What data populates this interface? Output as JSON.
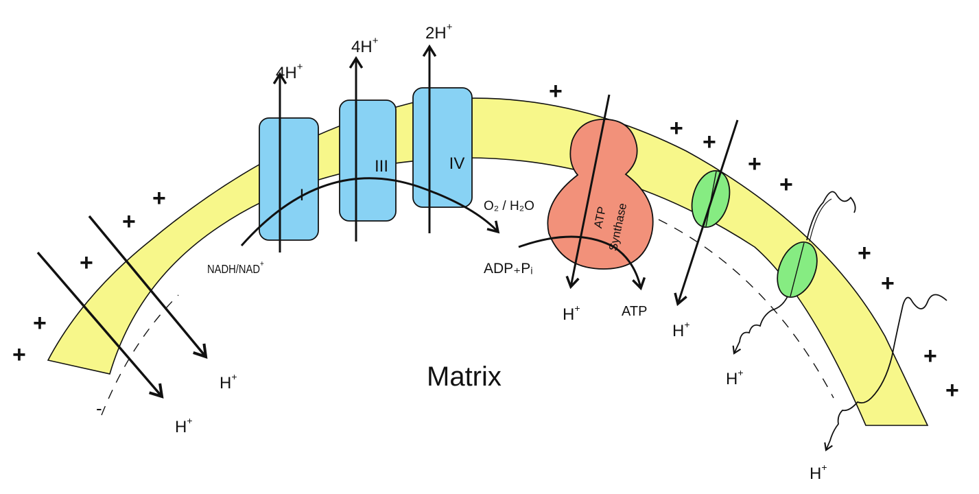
{
  "colors": {
    "membrane": "#f7f78a",
    "complex": "#88d2f4",
    "atp_synthase": "#f2917a",
    "channel": "#86ec82",
    "stroke": "#111111"
  },
  "labels": {
    "complex_1": "I",
    "complex_3": "III",
    "complex_4": "IV",
    "proton_4h_a": "4H",
    "proton_4h_b": "4H",
    "proton_2h": "2H",
    "nadh": "NADH/NAD",
    "o2_h2o": "O₂ / H₂O",
    "adp": "ADP₊Pᵢ",
    "atp_synthase_1": "ATP",
    "atp_synthase_2": "Synthase",
    "atp": "ATP",
    "matrix": "Matrix",
    "h": "H",
    "plus": "+",
    "plus_sup": "+",
    "minus": "-"
  }
}
